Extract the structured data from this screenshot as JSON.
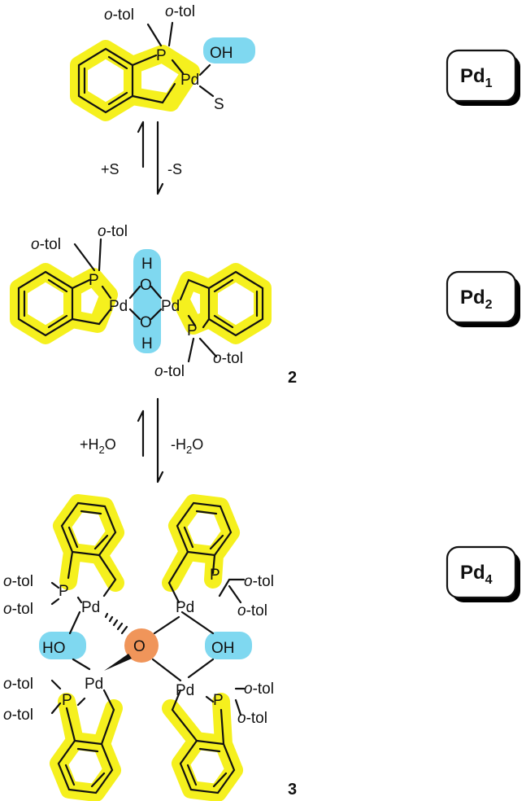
{
  "diagram": {
    "labels": {
      "pd1": {
        "main": "Pd",
        "sub": "1"
      },
      "pd2": {
        "main": "Pd",
        "sub": "2"
      },
      "pd4": {
        "main": "Pd",
        "sub": "4"
      }
    },
    "compounds": {
      "c2": "2",
      "c3": "3"
    },
    "equilibria": {
      "eq1": {
        "forward": "+S",
        "reverse": "-S"
      },
      "eq2": {
        "forward_prefix": "+H",
        "forward_sub": "2",
        "forward_suffix": "O",
        "reverse_prefix": "-H",
        "reverse_sub": "2",
        "reverse_suffix": "O"
      }
    },
    "atoms": {
      "P": "P",
      "Pd": "Pd",
      "OH": "OH",
      "HO": "HO",
      "O": "O",
      "H": "H",
      "S": "S",
      "otol_italic": "o",
      "otol_rest": "-tol"
    },
    "colors": {
      "aryl_highlight": "#f5f01e",
      "hydroxo_highlight": "#7fd8f0",
      "oxo_highlight": "#f0955a",
      "badge_shadow": "#000000"
    }
  }
}
